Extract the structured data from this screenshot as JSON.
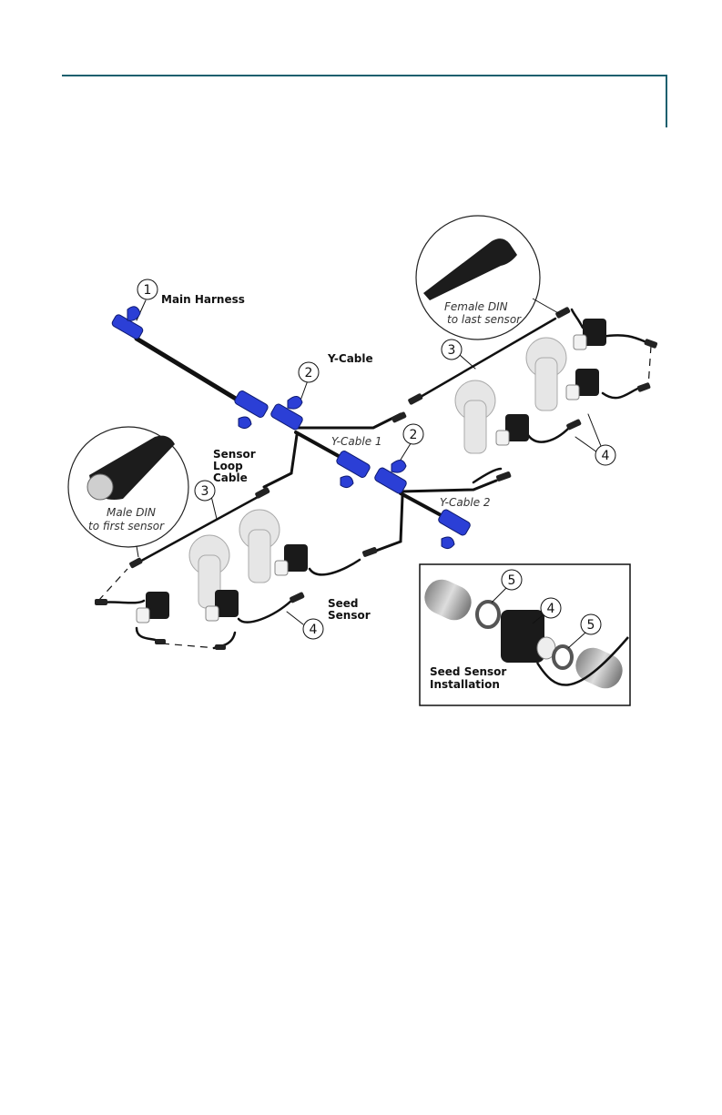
{
  "colors": {
    "header_rule": "#1a5f6e",
    "connector_blue": "#2b3fd6",
    "cable": "#111111"
  },
  "labels": {
    "main_harness": "Main Harness",
    "y_cable": "Y-Cable",
    "y_cable_1": "Y-Cable 1",
    "y_cable_2": "Y-Cable 2",
    "sensor_loop_cable": [
      "Sensor",
      "Loop",
      "Cable"
    ],
    "seed_sensor": [
      "Seed",
      "Sensor"
    ],
    "female_din": [
      "Female DIN",
      "to last sensor"
    ],
    "male_din": [
      "Male DIN",
      "to first sensor"
    ],
    "seed_sensor_installation": [
      "Seed Sensor",
      "Installation"
    ]
  },
  "callouts": {
    "c1": "1",
    "c2a": "2",
    "c2b": "2",
    "c3a": "3",
    "c3b": "3",
    "c4a": "4",
    "c4b": "4",
    "c4c": "4",
    "c5a": "5",
    "c5b": "5"
  }
}
